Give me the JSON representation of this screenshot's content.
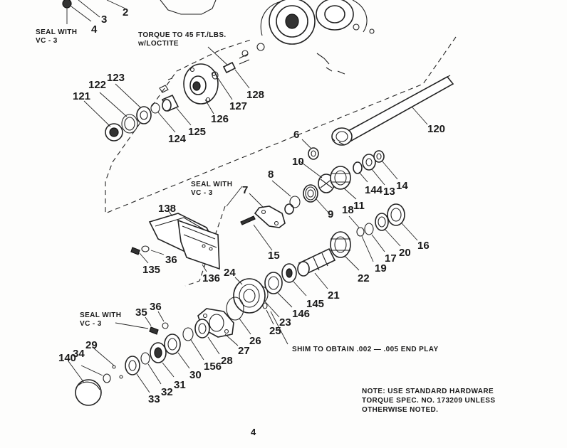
{
  "labels": {
    "p2": "2",
    "p3": "3",
    "p4": "4",
    "p6": "6",
    "p7": "7",
    "p8": "8",
    "p9": "9",
    "p10": "10",
    "p11": "11",
    "p13": "13",
    "p14": "14",
    "p15": "15",
    "p16": "16",
    "p17": "17",
    "p18": "18",
    "p19": "19",
    "p20": "20",
    "p21": "21",
    "p22": "22",
    "p23": "23",
    "p24": "24",
    "p25": "25",
    "p26": "26",
    "p27": "27",
    "p28": "28",
    "p29": "29",
    "p30": "30",
    "p31": "31",
    "p32": "32",
    "p33": "33",
    "p34": "34",
    "p35": "35",
    "p36a": "36",
    "p36b": "36",
    "p120": "120",
    "p121": "121",
    "p122": "122",
    "p123": "123",
    "p124": "124",
    "p125": "125",
    "p126": "126",
    "p127": "127",
    "p128": "128",
    "p135": "135",
    "p136": "136",
    "p138": "138",
    "p140": "140",
    "p144": "144",
    "p145": "145",
    "p146": "146",
    "p156": "156"
  },
  "notes": {
    "seal_top_1": "SEAL WITH",
    "seal_top_2": "VC - 3",
    "torque_1": "TORQUE TO 45 FT./LBS.",
    "torque_2": "w/LOCTITE",
    "seal_mid_1": "SEAL WITH",
    "seal_mid_2": "VC - 3",
    "seal_low_1": "SEAL WITH",
    "seal_low_2": "VC - 3",
    "shim": "SHIM TO OBTAIN .002 — .005 END PLAY",
    "footer_1": "NOTE: USE STANDARD HARDWARE",
    "footer_2": "TORQUE SPEC. NO. 173209 UNLESS",
    "footer_3": "OTHERWISE NOTED."
  },
  "page_number": "4"
}
